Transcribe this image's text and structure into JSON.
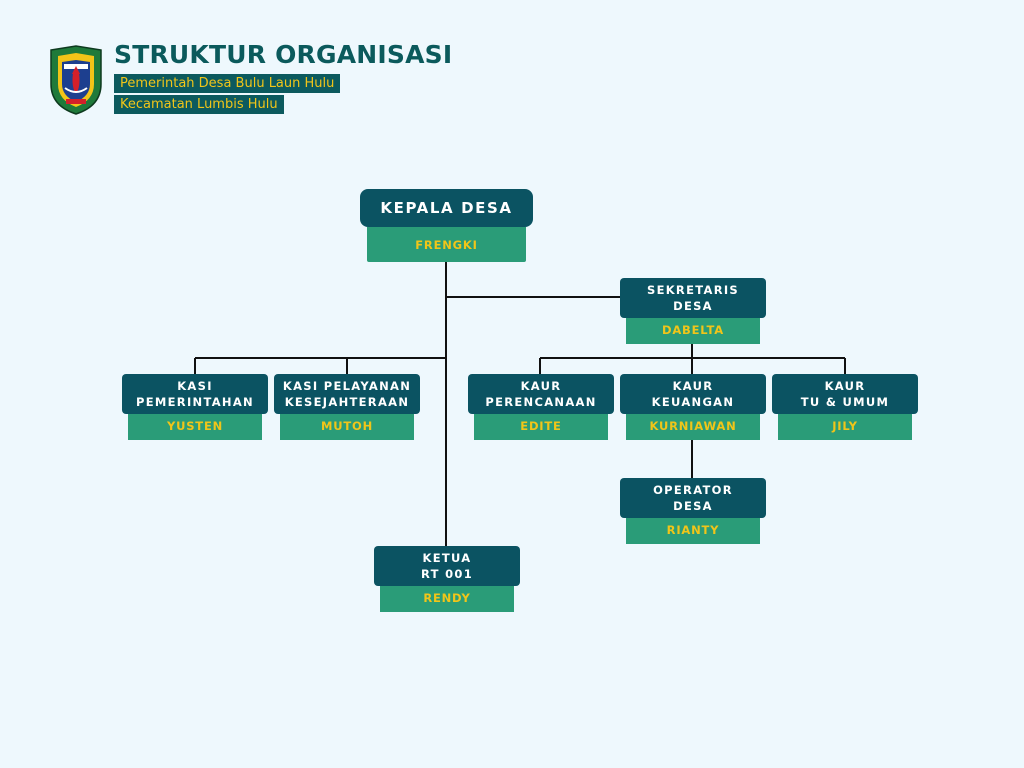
{
  "header": {
    "title": "STRUKTUR ORGANISASI",
    "subtitle_line1": "Pemerintah Desa Bulu Laun Hulu",
    "subtitle_line2": "Kecamatan Lumbis Hulu"
  },
  "org": {
    "kepala_desa": {
      "role": "KEPALA DESA",
      "name": "FRENGKI"
    },
    "sekretaris_desa": {
      "role": "SEKRETARIS\nDESA",
      "name": "DABELTA"
    },
    "kasi_pemerintahan": {
      "role": "KASI\nPEMERINTAHAN",
      "name": "YUSTEN"
    },
    "kasi_pelayanan": {
      "role": "KASI PELAYANAN\nKESEJAHTERAAN",
      "name": "MUTOH"
    },
    "kaur_perencanaan": {
      "role": "KAUR\nPERENCANAAN",
      "name": "EDITE"
    },
    "kaur_keuangan": {
      "role": "KAUR\nKEUANGAN",
      "name": "KURNIAWAN"
    },
    "kaur_tu_umum": {
      "role": "KAUR\nTU & UMUM",
      "name": "JILY"
    },
    "operator_desa": {
      "role": "OPERATOR\nDESA",
      "name": "RIANTY"
    },
    "ketua_rt": {
      "role": "KETUA\nRT 001",
      "name": "RENDY"
    }
  },
  "colors": {
    "background": "#eef8fd",
    "title": "#0b5a5c",
    "role_box": "#0b5362",
    "name_box": "#2a9c78",
    "name_text": "#f1c519"
  },
  "icons": {
    "logo": "regency-crest-icon"
  }
}
